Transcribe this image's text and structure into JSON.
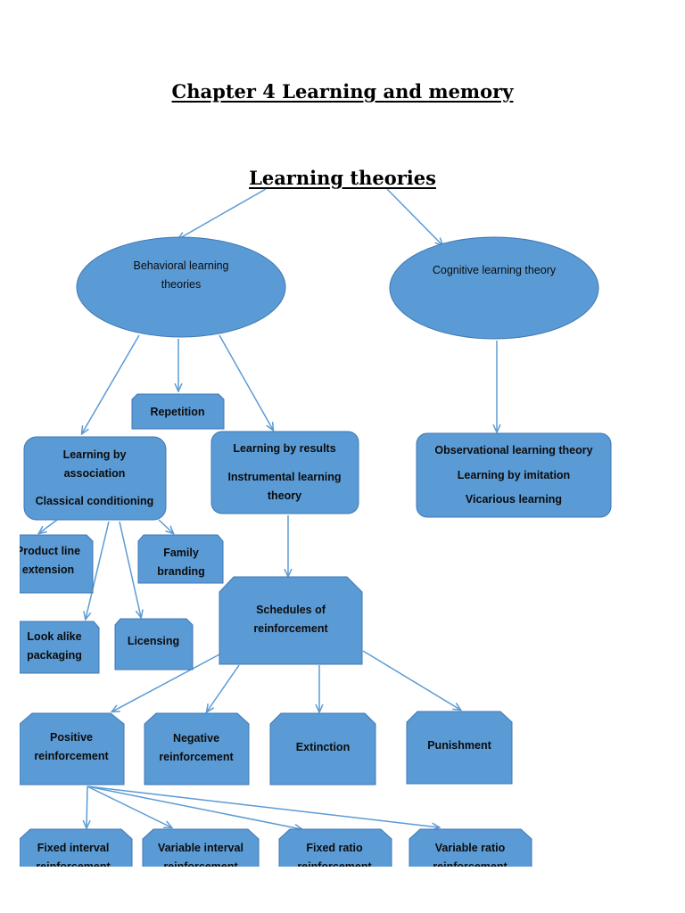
{
  "chapter_title": "Chapter 4 Learning and memory",
  "main_title": "Learning theories",
  "colors": {
    "node_fill": "#5b9bd5",
    "node_stroke": "#3f77b4",
    "arrow": "#5b9bd5"
  },
  "nodes": {
    "behavioral": [
      "Behavioral learning",
      "theories"
    ],
    "cognitive": [
      "Cognitive learning theory"
    ],
    "repetition": [
      "Repetition"
    ],
    "association": [
      "Learning by",
      "association",
      "Classical conditioning"
    ],
    "results": [
      "Learning by results",
      "Instrumental learning",
      "theory"
    ],
    "observational": [
      "Observational learning theory",
      "Learning by imitation",
      "Vicarious learning"
    ],
    "product_line": [
      "Product line",
      "extension"
    ],
    "family_branding": [
      "Family",
      "branding"
    ],
    "look_alike": [
      "Look alike",
      "packaging"
    ],
    "licensing": [
      "Licensing"
    ],
    "schedules": [
      "Schedules of",
      "reinforcement"
    ],
    "positive": [
      "Positive",
      "reinforcement"
    ],
    "negative": [
      "Negative",
      "reinforcement"
    ],
    "extinction": [
      "Extinction"
    ],
    "punishment": [
      "Punishment"
    ],
    "fixed_interval": [
      "Fixed interval",
      "reinforcement"
    ],
    "variable_interval": [
      "Variable interval",
      "reinforcement"
    ],
    "fixed_ratio": [
      "Fixed ratio",
      "reinforcement"
    ],
    "variable_ratio": [
      "Variable ratio",
      "reinforcement"
    ]
  }
}
